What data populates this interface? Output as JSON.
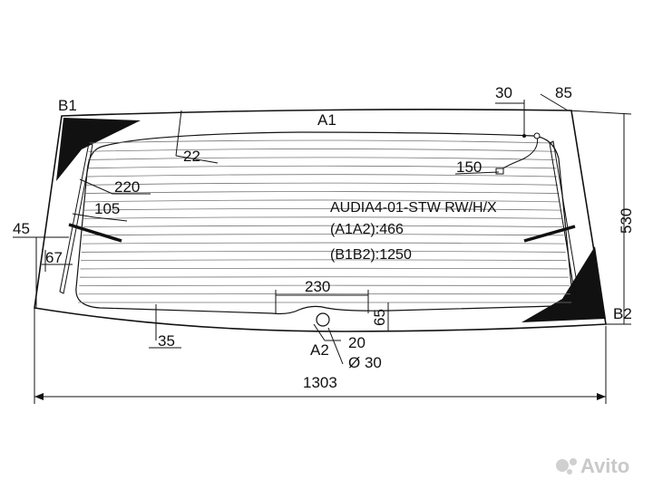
{
  "model": "AUDIA4-01-STW RW/H/X",
  "specs": {
    "a1a2": "(A1A2):466",
    "b1b2": "(B1B2):1250"
  },
  "points": {
    "a1": "A1",
    "a2": "A2",
    "b1": "B1",
    "b2": "B2"
  },
  "dimensions": {
    "d30": "30",
    "d85": "85",
    "d22": "22",
    "d150": "150",
    "d220": "220",
    "d105": "105",
    "d45": "45",
    "d67": "67",
    "d530": "530",
    "d230": "230",
    "d65": "65",
    "d35": "35",
    "d20": "20",
    "d_hole": "Ø 30",
    "d1303": "1303"
  },
  "watermark": {
    "text": "Avito"
  }
}
